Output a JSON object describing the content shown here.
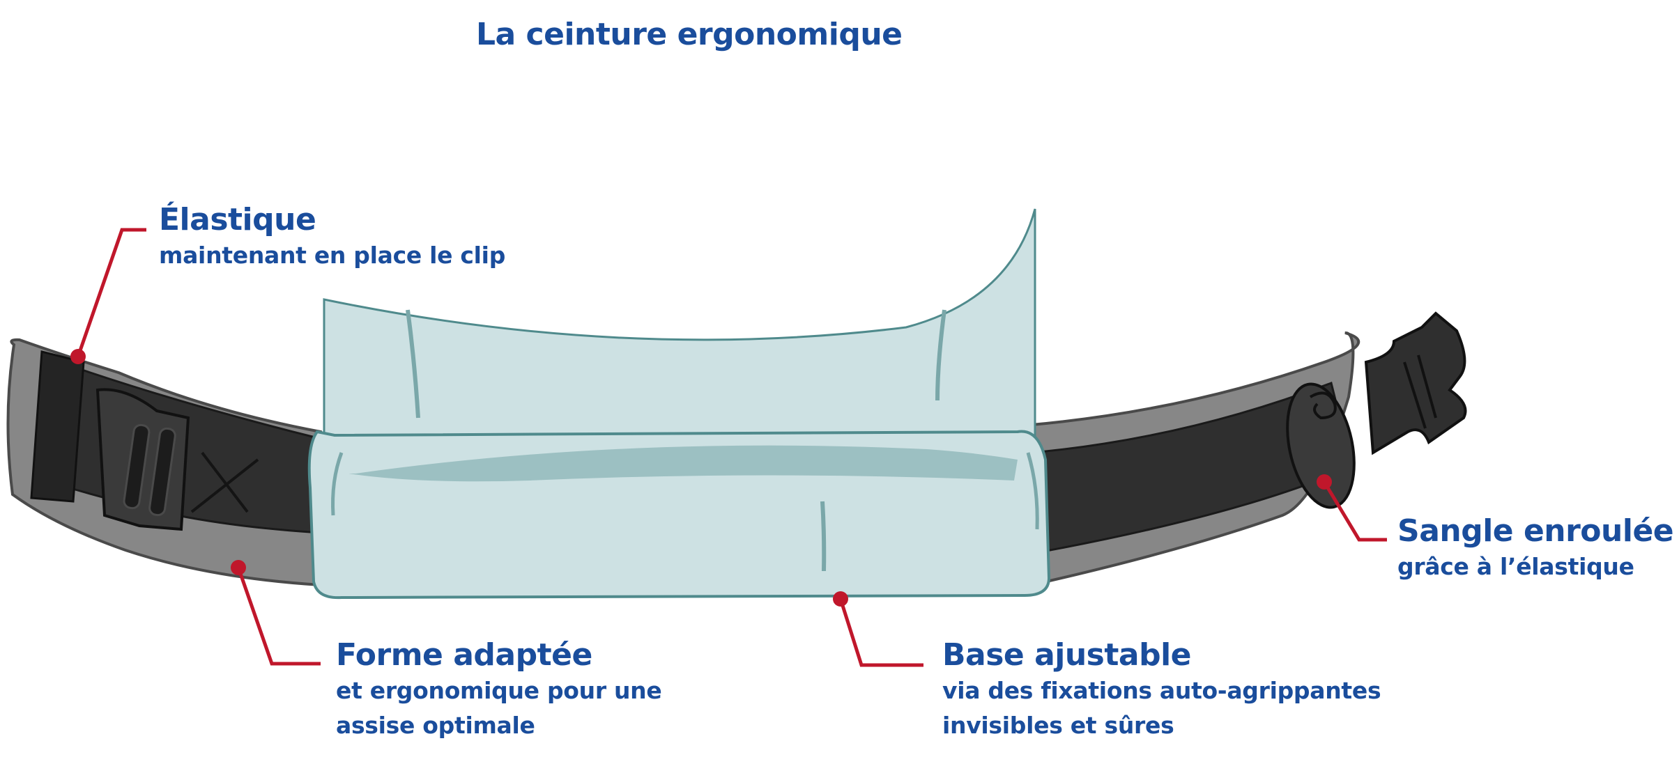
{
  "title": "La ceinture ergonomique",
  "colors": {
    "text": "#1a4d9c",
    "leader": "#c0172b",
    "belt_outer": "#878787",
    "belt_outline": "#4a4a4a",
    "strap": "#2f2f2f",
    "cushion": "#cde1e3",
    "cushion_shade": "#9cc0c2",
    "cushion_outline": "#4f8a8c"
  },
  "callouts": {
    "elastique": {
      "title": "Élastique",
      "lines": [
        "maintenant en place le clip"
      ]
    },
    "forme": {
      "title": "Forme adaptée",
      "lines": [
        "et ergonomique pour une",
        "assise optimale"
      ]
    },
    "base": {
      "title": "Base ajustable",
      "lines": [
        "via des fixations auto-agrippantes",
        "invisibles et sûres"
      ]
    },
    "sangle": {
      "title": "Sangle enroulée",
      "lines": [
        "grâce à l’élastique"
      ]
    }
  }
}
